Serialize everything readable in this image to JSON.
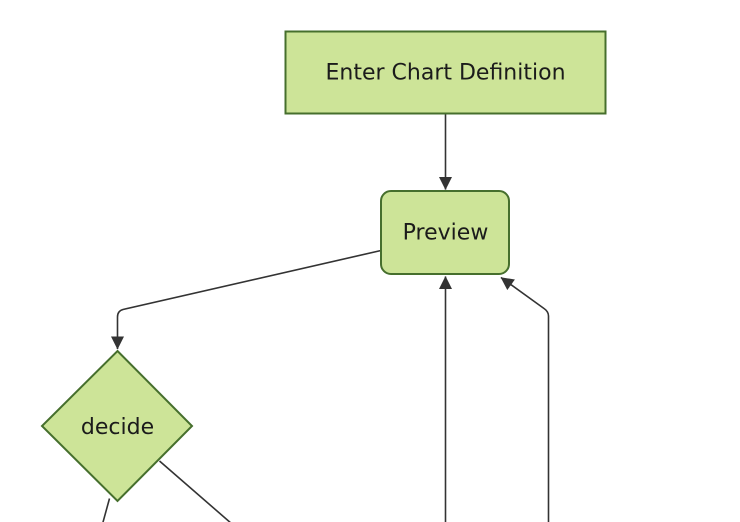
{
  "diagram": {
    "type": "flowchart",
    "direction": "top-down",
    "background": "#ffffff",
    "colors": {
      "node_fill": "#cde498",
      "node_border": "#466f2d",
      "edge": "#333333",
      "text": "#1b1b1b"
    },
    "nodes": [
      {
        "id": "enter_chart_definition",
        "shape": "rectangle",
        "label": "Enter Chart Definition"
      },
      {
        "id": "preview",
        "shape": "rounded-rectangle",
        "label": "Preview"
      },
      {
        "id": "decide",
        "shape": "diamond",
        "label": "decide"
      }
    ],
    "edges": [
      {
        "from": "enter_chart_definition",
        "to": "preview",
        "arrowhead": "visible"
      },
      {
        "from": "preview",
        "to": "decide",
        "arrowhead": "visible"
      },
      {
        "from": "offscreen_bottom",
        "to": "preview",
        "arrowhead": "visible"
      },
      {
        "from": "offscreen_bottom_right",
        "to": "preview",
        "arrowhead": "visible"
      },
      {
        "from": "decide",
        "to": "offscreen_bottom_left",
        "arrowhead": "offscreen"
      },
      {
        "from": "decide",
        "to": "offscreen_bottom_right",
        "arrowhead": "offscreen"
      }
    ]
  }
}
